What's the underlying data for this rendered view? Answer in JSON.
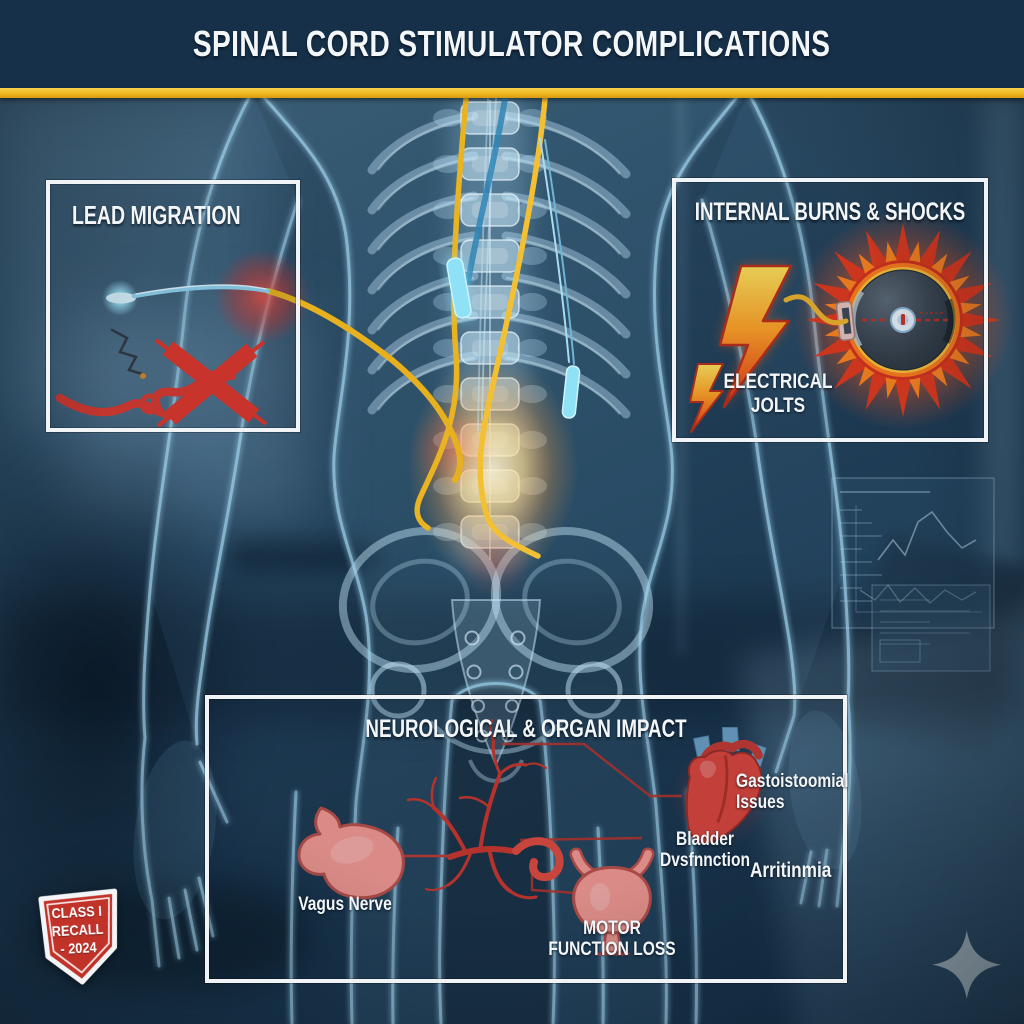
{
  "title": "SPINAL CORD STIMULATOR COMPLICATIONS",
  "panels": {
    "lead_migration": {
      "title": "LEAD MIGRATION"
    },
    "internal_burns": {
      "title": "INTERNAL BURNS & SHOCKS",
      "caption": "ELECTRICAL\nJOLTS"
    },
    "neurological": {
      "title": "NEUROLOGICAL & ORGAN IMPACT",
      "labels": {
        "vagus_nerve": "Vagus Nerve",
        "gastro": "Gastoistoomial\nIssues",
        "bladder": "Bladder\nDvsfnnction",
        "arrhythmia": "Arritinmia",
        "motor": "MOTOR\nFUNCTION LOSS"
      }
    }
  },
  "badge": {
    "line1": "CLASS I",
    "line2": "RECALL",
    "line3": "- 2024"
  },
  "icons": {
    "sparkle": "four-point-star",
    "badge_shape": "red-shield",
    "burns_device": "pulse-generator-on-fire",
    "bolt": "lightning-bolt",
    "organs": [
      "stomach",
      "heart",
      "bladder",
      "nerve-branches"
    ]
  },
  "colors": {
    "title_bar": "#16304a",
    "divider_gold": "#efb824",
    "panel_border": "#f1f4f6",
    "alert_red": "#d93a30",
    "flame_orange": "#ff7d1e",
    "xray_blue": "#9fd2ec",
    "lead_yellow": "#e9b322"
  }
}
